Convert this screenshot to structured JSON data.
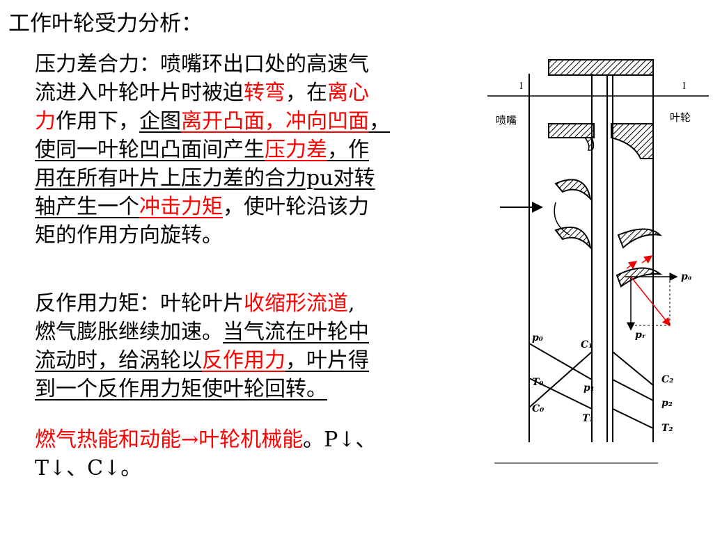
{
  "slide": {
    "title": "工作叶轮受力分析：",
    "p1": {
      "l1_head": "压力差合力：",
      "l1_rest": "喷嘴环出口处的高速气",
      "l2_a": "流进入叶轮叶片时被迫",
      "l2_red1": "转弯",
      "l2_b": "，在",
      "l2_red2": "离心",
      "l3_red": "力",
      "l3_a": "作用下，",
      "l3_ul1": "企图",
      "l3_ul_red": "离开凸面，冲向凹面",
      "l3_ul2": "，",
      "l4_ul": "使同一叶轮凹凸面间产生",
      "l4_red": "压力差",
      "l4_ul2": "，作",
      "l5": "用在所有叶片上压力差的合力pu对转",
      "l6_a": "轴产生一个",
      "l6_red": "冲击力矩",
      "l6_b": "，使叶轮沿该力",
      "l7": "矩的作用方向旋转。"
    },
    "p2": {
      "l1_head": "反作用力矩：",
      "l1_a": "叶轮叶片",
      "l1_red": "收缩形流道",
      "l1_b": ",",
      "l2_a": "燃气膨胀继续加速。",
      "l2_ul": "当气流在叶轮中",
      "l3_ul": "流动时，给涡轮以",
      "l3_red": "反作用力",
      "l3_ul2": "，叶片得",
      "l4_ul": "到一个反作用力矩使叶轮回转。"
    },
    "p3": {
      "l1_red": "燃气热能和动能→叶轮机械能",
      "l1_rest": "。P↓、",
      "l2": "T↓、C↓。"
    }
  },
  "diagram": {
    "label_I_left": "I",
    "label_I_right": "I",
    "label_nozzle": "喷嘴",
    "label_rotor": "叶轮",
    "force_pa": "pₐ",
    "force_pr": "pᵣ",
    "p0": "p₀",
    "T0": "T₀",
    "C0": "C₀",
    "C1": "C₁",
    "p1": "p₁",
    "T1": "T₁",
    "C2": "C₂",
    "p2": "p₂",
    "T2": "T₂"
  }
}
